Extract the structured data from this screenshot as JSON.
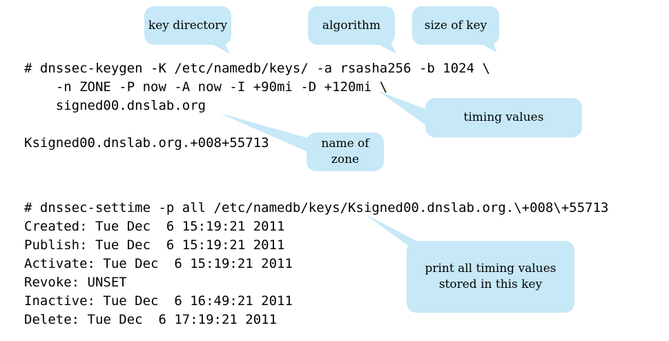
{
  "callouts": {
    "key_directory": "key directory",
    "algorithm": "algorithm",
    "size_of_key": "size of key",
    "timing_values": "timing values",
    "name_of_zone_line1": "name of",
    "name_of_zone_line2": "zone",
    "print_all_line1": "print all timing values",
    "print_all_line2": "stored in this key"
  },
  "keygen": {
    "line1": "# dnssec-keygen -K /etc/namedb/keys/ -a rsasha256 -b 1024 \\",
    "line2": "    -n ZONE -P now -A now -I +90mi -D +120mi \\",
    "line3": "    signed00.dnslab.org",
    "output": "Ksigned00.dnslab.org.+008+55713"
  },
  "settime": {
    "command": "# dnssec-settime -p all /etc/namedb/keys/Ksigned00.dnslab.org.\\+008\\+55713",
    "lines": [
      "Created: Tue Dec  6 15:19:21 2011",
      "Publish: Tue Dec  6 15:19:21 2011",
      "Activate: Tue Dec  6 15:19:21 2011",
      "Revoke: UNSET",
      "Inactive: Tue Dec  6 16:49:21 2011",
      "Delete: Tue Dec  6 17:19:21 2011"
    ]
  },
  "colors": {
    "callout_fill": "#c6e8f7",
    "text": "#000000"
  }
}
